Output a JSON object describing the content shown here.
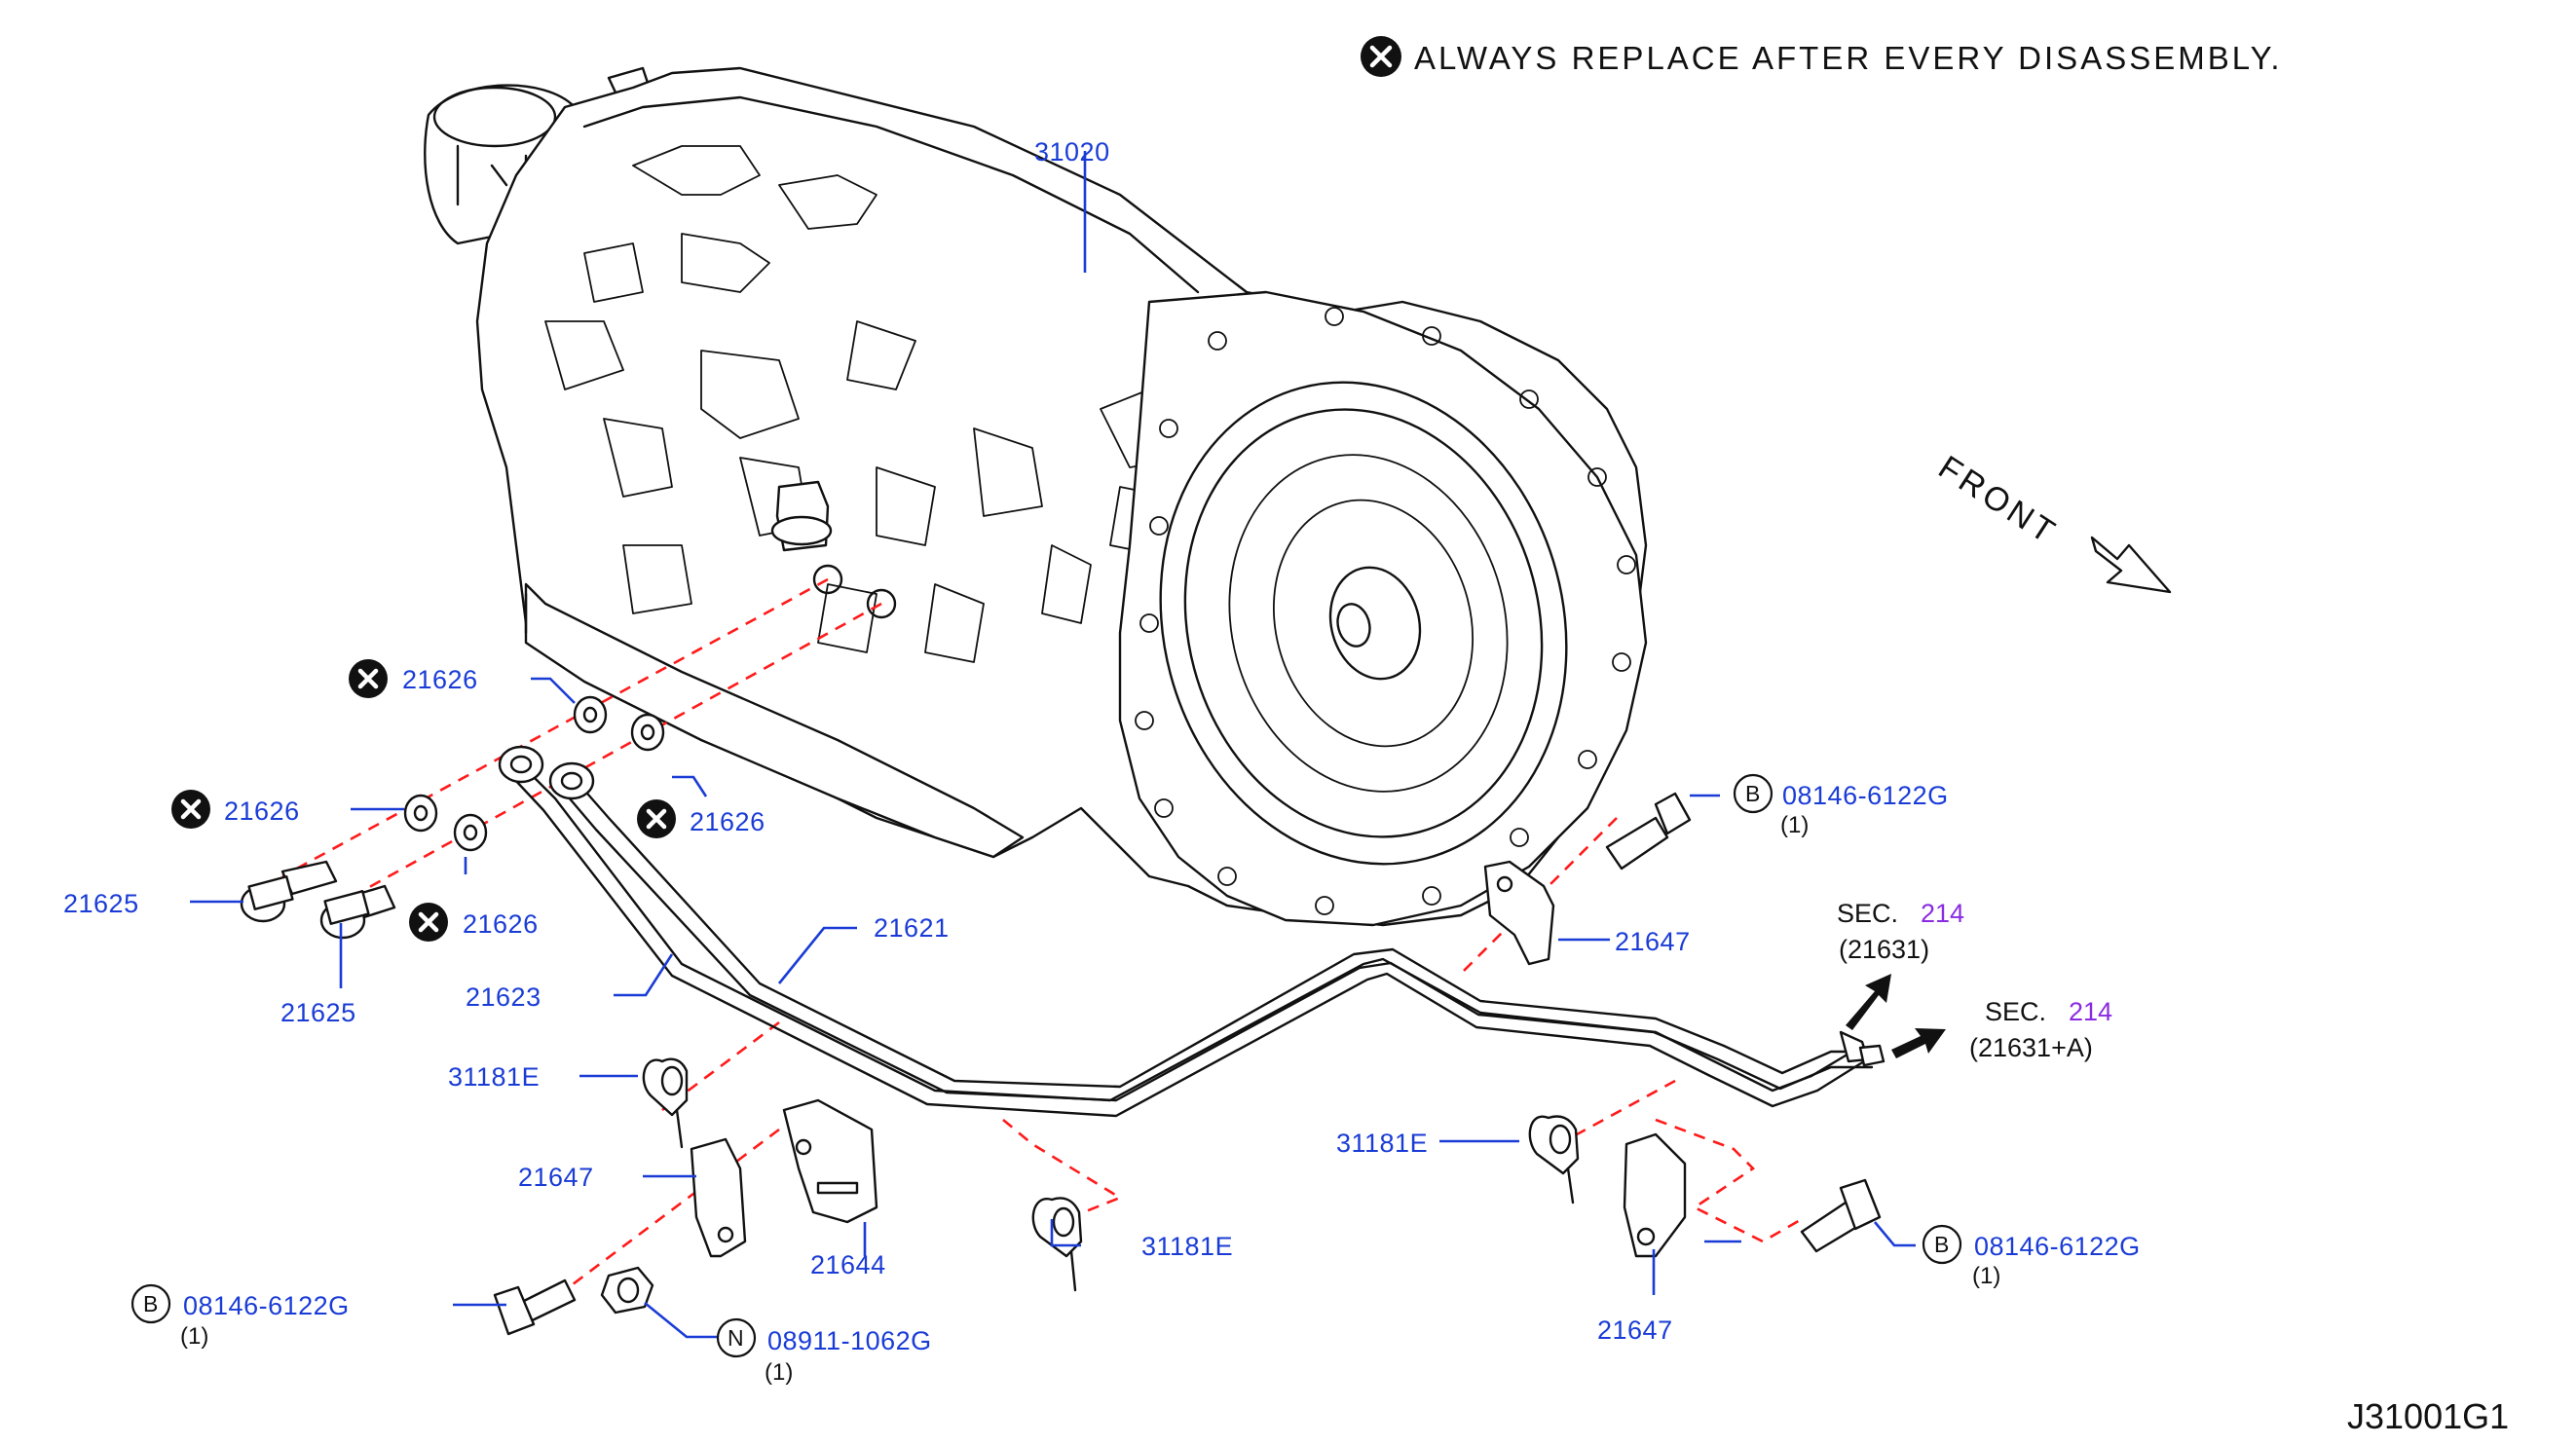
{
  "note": {
    "text": "ALWAYS  REPLACE  AFTER  EVERY  DISASSEMBLY."
  },
  "front": "FRONT",
  "diagram_code": "J31001G1",
  "labels": {
    "transmission": "31020",
    "washer_a": "21626",
    "washer_b": "21626",
    "washer_c": "21626",
    "washer_d": "21626",
    "bolt_a": "21625",
    "bolt_b": "21625",
    "tube_21621": "21621",
    "tube_21623": "21623",
    "clip_left": "31181E",
    "clip_mid": "31181E",
    "clip_right": "31181E",
    "bracket_left": "21647",
    "bracket_top": "21647",
    "bracket_right": "21647",
    "bracket_21644": "21644",
    "bolt_b_left": "08146-6122G",
    "bolt_b_top": "08146-6122G",
    "bolt_b_right": "08146-6122G",
    "nut_n": "08911-1062G"
  },
  "quantities": {
    "bolt_b_left": "(1)",
    "bolt_b_top": "(1)",
    "bolt_b_right": "(1)",
    "nut_n": "(1)"
  },
  "badges": {
    "b": "B",
    "n": "N"
  },
  "sections": {
    "upper": {
      "prefix": "SEC.",
      "number": "214",
      "ref": "(21631)"
    },
    "lower": {
      "prefix": "SEC.",
      "number": "214",
      "ref": "(21631+A)"
    }
  },
  "icons": [
    "replace-x-icon",
    "front-arrow-icon",
    "direction-arrow-icon"
  ]
}
